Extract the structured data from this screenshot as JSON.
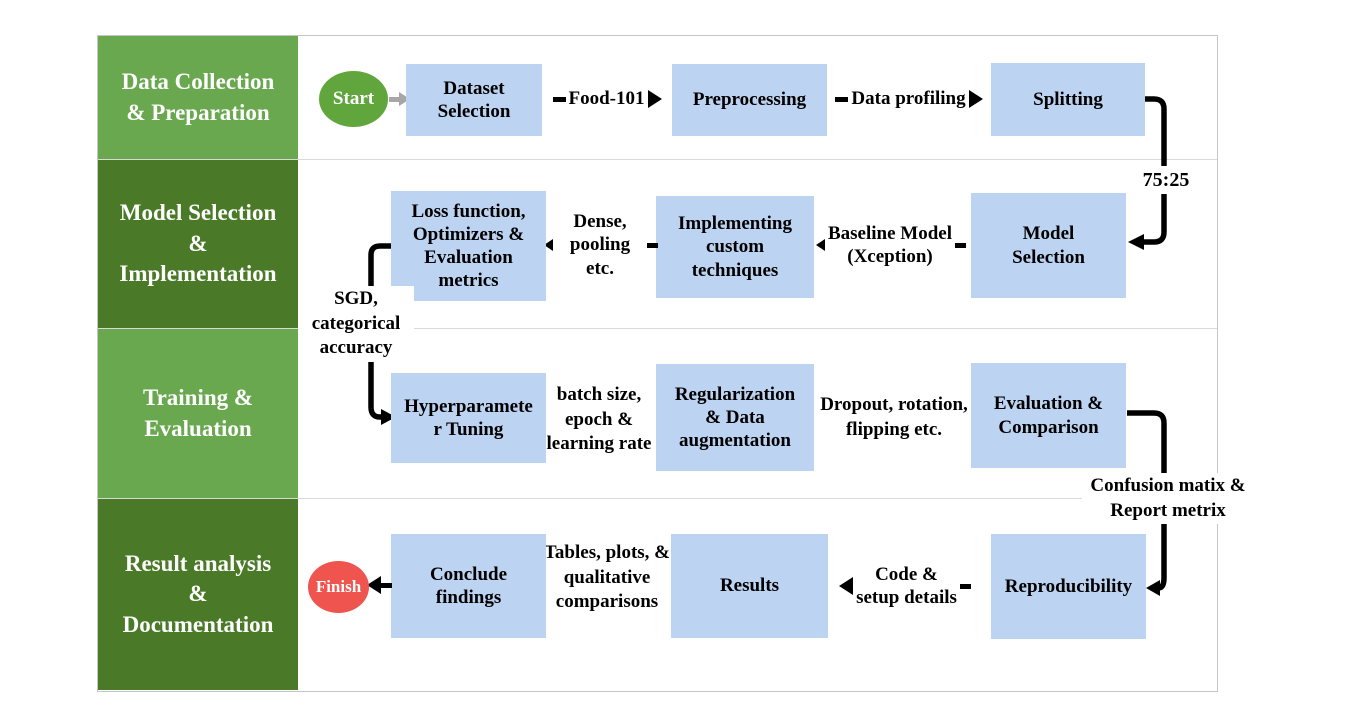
{
  "lanes": [
    {
      "label": [
        "Data Collection",
        "& Preparation"
      ]
    },
    {
      "label": [
        "Model Selection",
        "&",
        "Implementation"
      ]
    },
    {
      "label": [
        "Training &",
        "Evaluation"
      ]
    },
    {
      "label": [
        "Result analysis",
        "&",
        "Documentation"
      ]
    }
  ],
  "terminals": {
    "start": "Start",
    "finish": "Finish"
  },
  "nodes": {
    "dataset_selection": [
      "Dataset",
      "Selection"
    ],
    "preprocessing": [
      "Preprocessing"
    ],
    "splitting": [
      "Splitting"
    ],
    "model_selection": [
      "Model",
      "Selection"
    ],
    "implementing_custom": [
      "Implementing",
      "custom",
      "techniques"
    ],
    "loss_function": [
      "Loss function,",
      "Optimizers &",
      "Evaluation",
      "metrics"
    ],
    "hyperparameter_tuning": [
      "Hyperparamete",
      "r Tuning"
    ],
    "regularization": [
      "Regularization",
      "& Data",
      "augmentation"
    ],
    "evaluation_comparison": [
      "Evaluation &",
      "Comparison"
    ],
    "reproducibility": [
      "Reproducibility"
    ],
    "results": [
      "Results"
    ],
    "conclude_findings": [
      "Conclude",
      "findings"
    ]
  },
  "edge_labels": {
    "food_101": "Food-101",
    "data_profiling": "Data profiling",
    "split_ratio": "75:25",
    "baseline_model": [
      "Baseline Model",
      "(Xception)"
    ],
    "dense_pooling": [
      "Dense,",
      "pooling etc."
    ],
    "sgd_categorical": [
      "SGD,",
      "categorical",
      "accuracy"
    ],
    "batch_epoch": [
      "batch size,",
      "epoch &",
      "learning rate"
    ],
    "dropout_rotation": [
      "Dropout, rotation,",
      "flipping etc."
    ],
    "confusion_report": [
      "Confusion matix &",
      "Report metrix"
    ],
    "code_setup": [
      "Code &",
      "setup details"
    ],
    "tables_plots": [
      "Tables, plots, &",
      "qualitative",
      "comparisons"
    ]
  },
  "colors": {
    "lane_light_green": "#6aa84f",
    "lane_dark_green": "#4a7a28",
    "node_blue": "#bdd3f2",
    "start_green": "#61a63c",
    "finish_red": "#f0544e",
    "connector_black": "#000000",
    "start_arrow_gray": "#a6a6a6",
    "frame_border_gray": "#c6c6c6"
  }
}
